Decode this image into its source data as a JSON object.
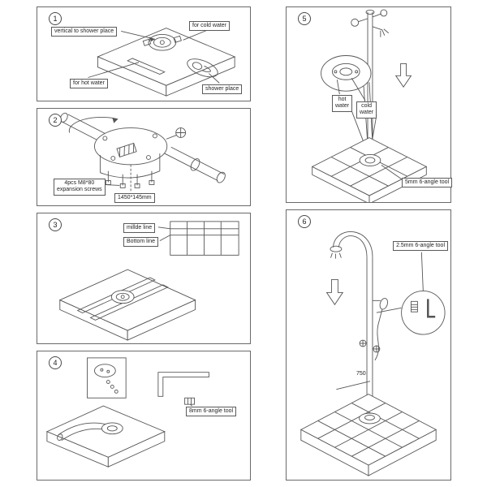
{
  "page": {
    "paper_color": "#ffffff",
    "line_color": "#555555"
  },
  "panels": {
    "p1": {
      "number": "1",
      "label_vertical": "vertical to shower place",
      "label_cold": "for cold water",
      "label_hot": "for hot water",
      "label_shower_place": "shower place"
    },
    "p2": {
      "number": "2",
      "label_screws_line1": "4pcs M8*80",
      "label_screws_line2": "expansion screws",
      "label_dimension": "1450*145mm"
    },
    "p3": {
      "number": "3",
      "label_middle_line": "millde line",
      "label_bottom_line": "Bottom line"
    },
    "p4": {
      "number": "4",
      "label_tool": "8mm 6-angle tool"
    },
    "p5": {
      "number": "5",
      "label_hot_line1": "hot",
      "label_hot_line2": "water",
      "label_cold_line1": "cold",
      "label_cold_line2": "water",
      "label_tool": "5mm 6-angle tool"
    },
    "p6": {
      "number": "6",
      "label_tool": "2.5mm 6-angle tool",
      "dimension_height": "750"
    }
  }
}
